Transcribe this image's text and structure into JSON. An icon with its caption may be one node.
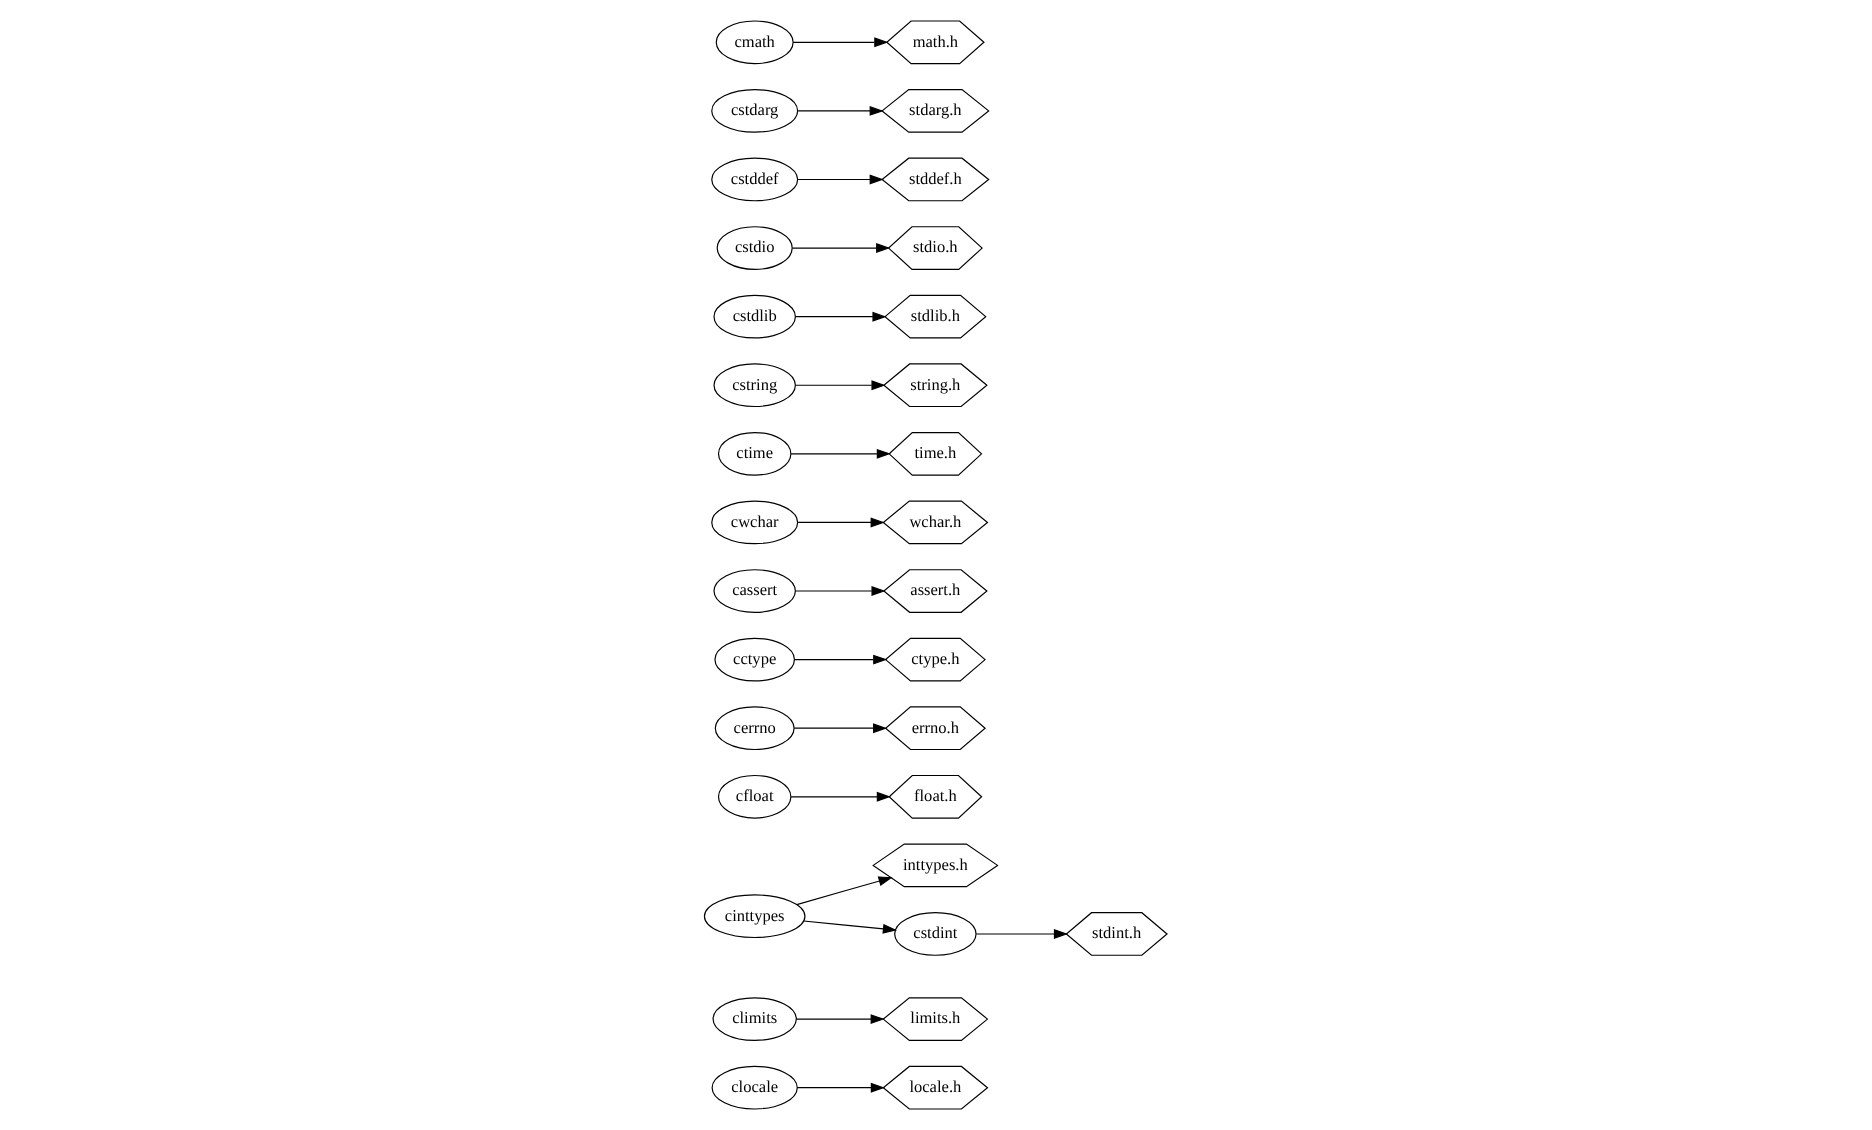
{
  "diagram": {
    "nodes": [
      {
        "text": [
          "clocale"
        ]
      },
      {
        "text": [
          "locale.h"
        ]
      },
      {
        "text": [
          "climits"
        ]
      },
      {
        "text": [
          "limits.h"
        ]
      },
      {
        "text": [
          "cinttypes"
        ]
      },
      {
        "text": [
          "inttypes.h"
        ]
      },
      {
        "text": [
          "cstdint"
        ]
      },
      {
        "text": [
          "stdint.h"
        ]
      },
      {
        "text": [
          "cfloat"
        ]
      },
      {
        "text": [
          "float.h"
        ]
      },
      {
        "text": [
          "cerrno"
        ]
      },
      {
        "text": [
          "errno.h"
        ]
      },
      {
        "text": [
          "cctype"
        ]
      },
      {
        "text": [
          "ctype.h"
        ]
      },
      {
        "text": [
          "cassert"
        ]
      },
      {
        "text": [
          "assert.h"
        ]
      },
      {
        "text": [
          "cwchar"
        ]
      },
      {
        "text": [
          "wchar.h"
        ]
      },
      {
        "text": [
          "ctime"
        ]
      },
      {
        "text": [
          "time.h"
        ]
      },
      {
        "text": [
          "cstring"
        ]
      },
      {
        "text": [
          "string.h"
        ]
      },
      {
        "text": [
          "cstdlib"
        ]
      },
      {
        "text": [
          "stdlib.h"
        ]
      },
      {
        "text": [
          "cstdio"
        ]
      },
      {
        "text": [
          "stdio.h"
        ]
      },
      {
        "text": [
          "cstddef"
        ]
      },
      {
        "text": [
          "stddef.h"
        ]
      },
      {
        "text": [
          "cstdarg"
        ]
      },
      {
        "text": [
          "stdarg.h"
        ]
      },
      {
        "text": [
          "cmath"
        ]
      },
      {
        "text": [
          "math.h"
        ]
      }
    ],
    "edges": [
      {
        "from": 0,
        "to": 1,
        "arrow": "to"
      },
      {
        "from": 2,
        "to": 3,
        "arrow": "to"
      },
      {
        "from": 4,
        "to": 5,
        "arrow": "to"
      },
      {
        "from": 4,
        "to": 6,
        "arrow": "to"
      },
      {
        "from": 6,
        "to": 7,
        "arrow": "to"
      },
      {
        "from": 8,
        "to": 9,
        "arrow": "to"
      },
      {
        "from": 10,
        "to": 11,
        "arrow": "to"
      },
      {
        "from": 12,
        "to": 13,
        "arrow": "to"
      },
      {
        "from": 14,
        "to": 15,
        "arrow": "to"
      },
      {
        "from": 16,
        "to": 17,
        "arrow": "to"
      },
      {
        "from": 18,
        "to": 19,
        "arrow": "to"
      },
      {
        "from": 20,
        "to": 21,
        "arrow": "to"
      },
      {
        "from": 22,
        "to": 23,
        "arrow": "to"
      },
      {
        "from": 24,
        "to": 25,
        "arrow": "to"
      },
      {
        "from": 26,
        "to": 27,
        "arrow": "to"
      },
      {
        "from": 28,
        "to": 29,
        "arrow": "to"
      },
      {
        "from": 30,
        "to": 31,
        "arrow": "to"
      }
    ]
  }
}
